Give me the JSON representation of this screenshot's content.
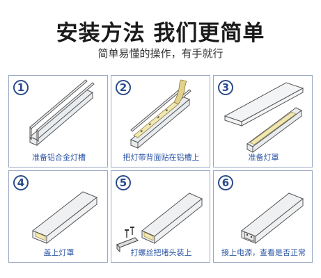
{
  "header": {
    "title": "安装方法  我们更简单",
    "subtitle": "简单易懂的操作，有手就行"
  },
  "accent_color": "#2a4c8a",
  "caption_color": "#2b55a4",
  "steps": [
    {
      "number": "1",
      "caption": "准备铝合金灯槽"
    },
    {
      "number": "2",
      "caption": "把灯带背面贴在铝槽上"
    },
    {
      "number": "3",
      "caption": "准备灯罩"
    },
    {
      "number": "4",
      "caption": "盖上灯罩"
    },
    {
      "number": "5",
      "caption": "打螺丝把堵头装上"
    },
    {
      "number": "6",
      "caption": "接上电源，查看是否正常"
    }
  ]
}
